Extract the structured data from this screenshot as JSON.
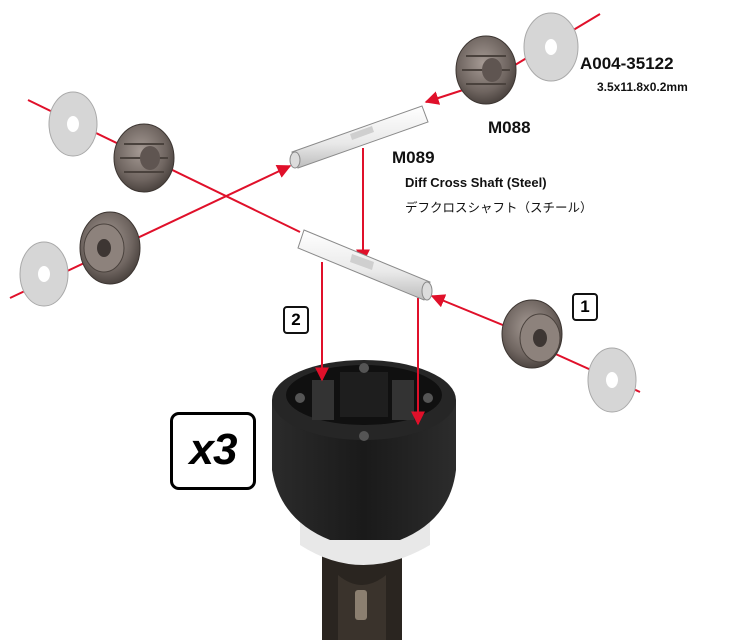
{
  "parts": {
    "washer_part": {
      "code": "A004-35122",
      "size": "3.5x11.8x0.2mm"
    },
    "gear_part": {
      "code": "M088"
    },
    "shaft_part": {
      "code": "M089",
      "name_en": "Diff Cross Shaft (Steel)",
      "name_jp": "デフクロスシャフト（スチール）"
    }
  },
  "steps": [
    "1",
    "2"
  ],
  "quantity": "x3",
  "colors": {
    "arrow": "#e0102a",
    "gear": "#7b6f69",
    "case": "#1d1d1d",
    "washer": "#d6d6d6",
    "shaft": "#f2f2f2"
  }
}
